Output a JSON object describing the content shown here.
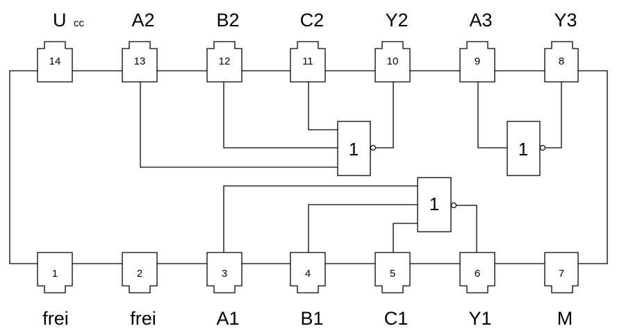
{
  "chip": {
    "top_pins": [
      {
        "number": "14",
        "label": "U",
        "label_sub": "cc"
      },
      {
        "number": "13",
        "label": "A2",
        "label_sub": ""
      },
      {
        "number": "12",
        "label": "B2",
        "label_sub": ""
      },
      {
        "number": "11",
        "label": "C2",
        "label_sub": ""
      },
      {
        "number": "10",
        "label": "Y2",
        "label_sub": ""
      },
      {
        "number": "9",
        "label": "A3",
        "label_sub": ""
      },
      {
        "number": "8",
        "label": "Y3",
        "label_sub": ""
      }
    ],
    "bottom_pins": [
      {
        "number": "1",
        "label": "frei"
      },
      {
        "number": "2",
        "label": "frei"
      },
      {
        "number": "3",
        "label": "A1"
      },
      {
        "number": "4",
        "label": "B1"
      },
      {
        "number": "5",
        "label": "C1"
      },
      {
        "number": "6",
        "label": "Y1"
      },
      {
        "number": "7",
        "label": "M"
      }
    ],
    "gates": [
      {
        "name": "gate-2",
        "symbol": "1",
        "type": "NOR",
        "inputs": [
          "C2",
          "B2",
          "A2"
        ],
        "output": "Y2"
      },
      {
        "name": "gate-3",
        "symbol": "1",
        "type": "NOT",
        "inputs": [
          "A3"
        ],
        "output": "Y3"
      },
      {
        "name": "gate-1",
        "symbol": "1",
        "type": "NOR",
        "inputs": [
          "A1",
          "B1",
          "C1"
        ],
        "output": "Y1"
      }
    ]
  }
}
